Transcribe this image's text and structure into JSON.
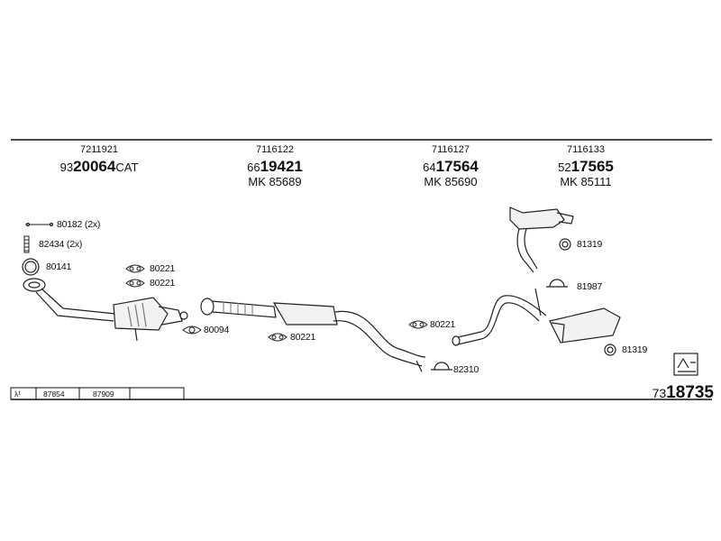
{
  "assemblies": [
    {
      "top": "7211921",
      "prefix": "93",
      "main": "20064",
      "suffix": "CAT",
      "mk": ""
    },
    {
      "top": "7116122",
      "prefix": "66",
      "main": "19421",
      "suffix": "",
      "mk": "MK 85689"
    },
    {
      "top": "7116127",
      "prefix": "64",
      "main": "17564",
      "suffix": "",
      "mk": "MK 85690"
    },
    {
      "top": "7116133",
      "prefix": "52",
      "main": "17565",
      "suffix": "",
      "mk": "MK 85111"
    }
  ],
  "parts": {
    "p80182": "80182 (2x)",
    "p82434": "82434 (2x)",
    "p80141": "80141",
    "p80221a": "80221",
    "p80221b": "80221",
    "p80094": "80094",
    "p80221c": "80221",
    "p80221d": "80221",
    "p82310": "82310",
    "p81319a": "81319",
    "p81987": "81987",
    "p81319b": "81319"
  },
  "footer": {
    "lambda_symbol": "λ¹",
    "cells": [
      "87854",
      "87909"
    ],
    "ref_prefix": "73",
    "ref_main": "18735"
  }
}
